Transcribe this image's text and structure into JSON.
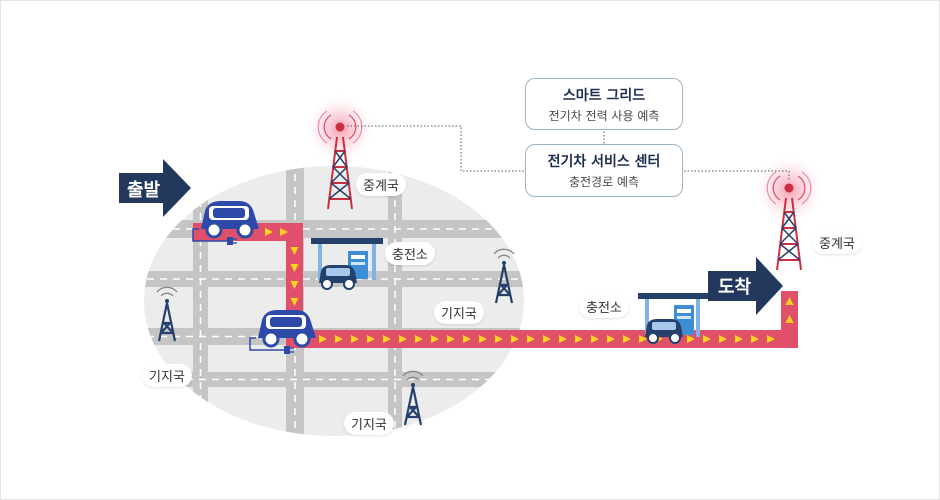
{
  "diagram": {
    "start_label": "출발",
    "arrive_label": "도착",
    "relay_label": "중계국",
    "charging_label": "충전소",
    "base_label": "기지국",
    "smart_grid": {
      "title": "스마트 그리드",
      "subtitle": "전기차 전력 사용 예측"
    },
    "service_center": {
      "title": "전기차 서비스 센터",
      "subtitle": "충전경로 예측"
    }
  },
  "colors": {
    "route": "#e0506a",
    "route_arrow": "#ffd21e",
    "car": "#2d4aa8",
    "navy": "#22385c",
    "road": "#c7c7c7",
    "map_bg": "#ededed",
    "tower_red": "#c92f3f",
    "tower_blue": "#25406b",
    "station_blue": "#3e8ed6"
  },
  "icons": [
    "tower-icon",
    "base-station-icon",
    "charging-station-icon",
    "car-icon"
  ]
}
